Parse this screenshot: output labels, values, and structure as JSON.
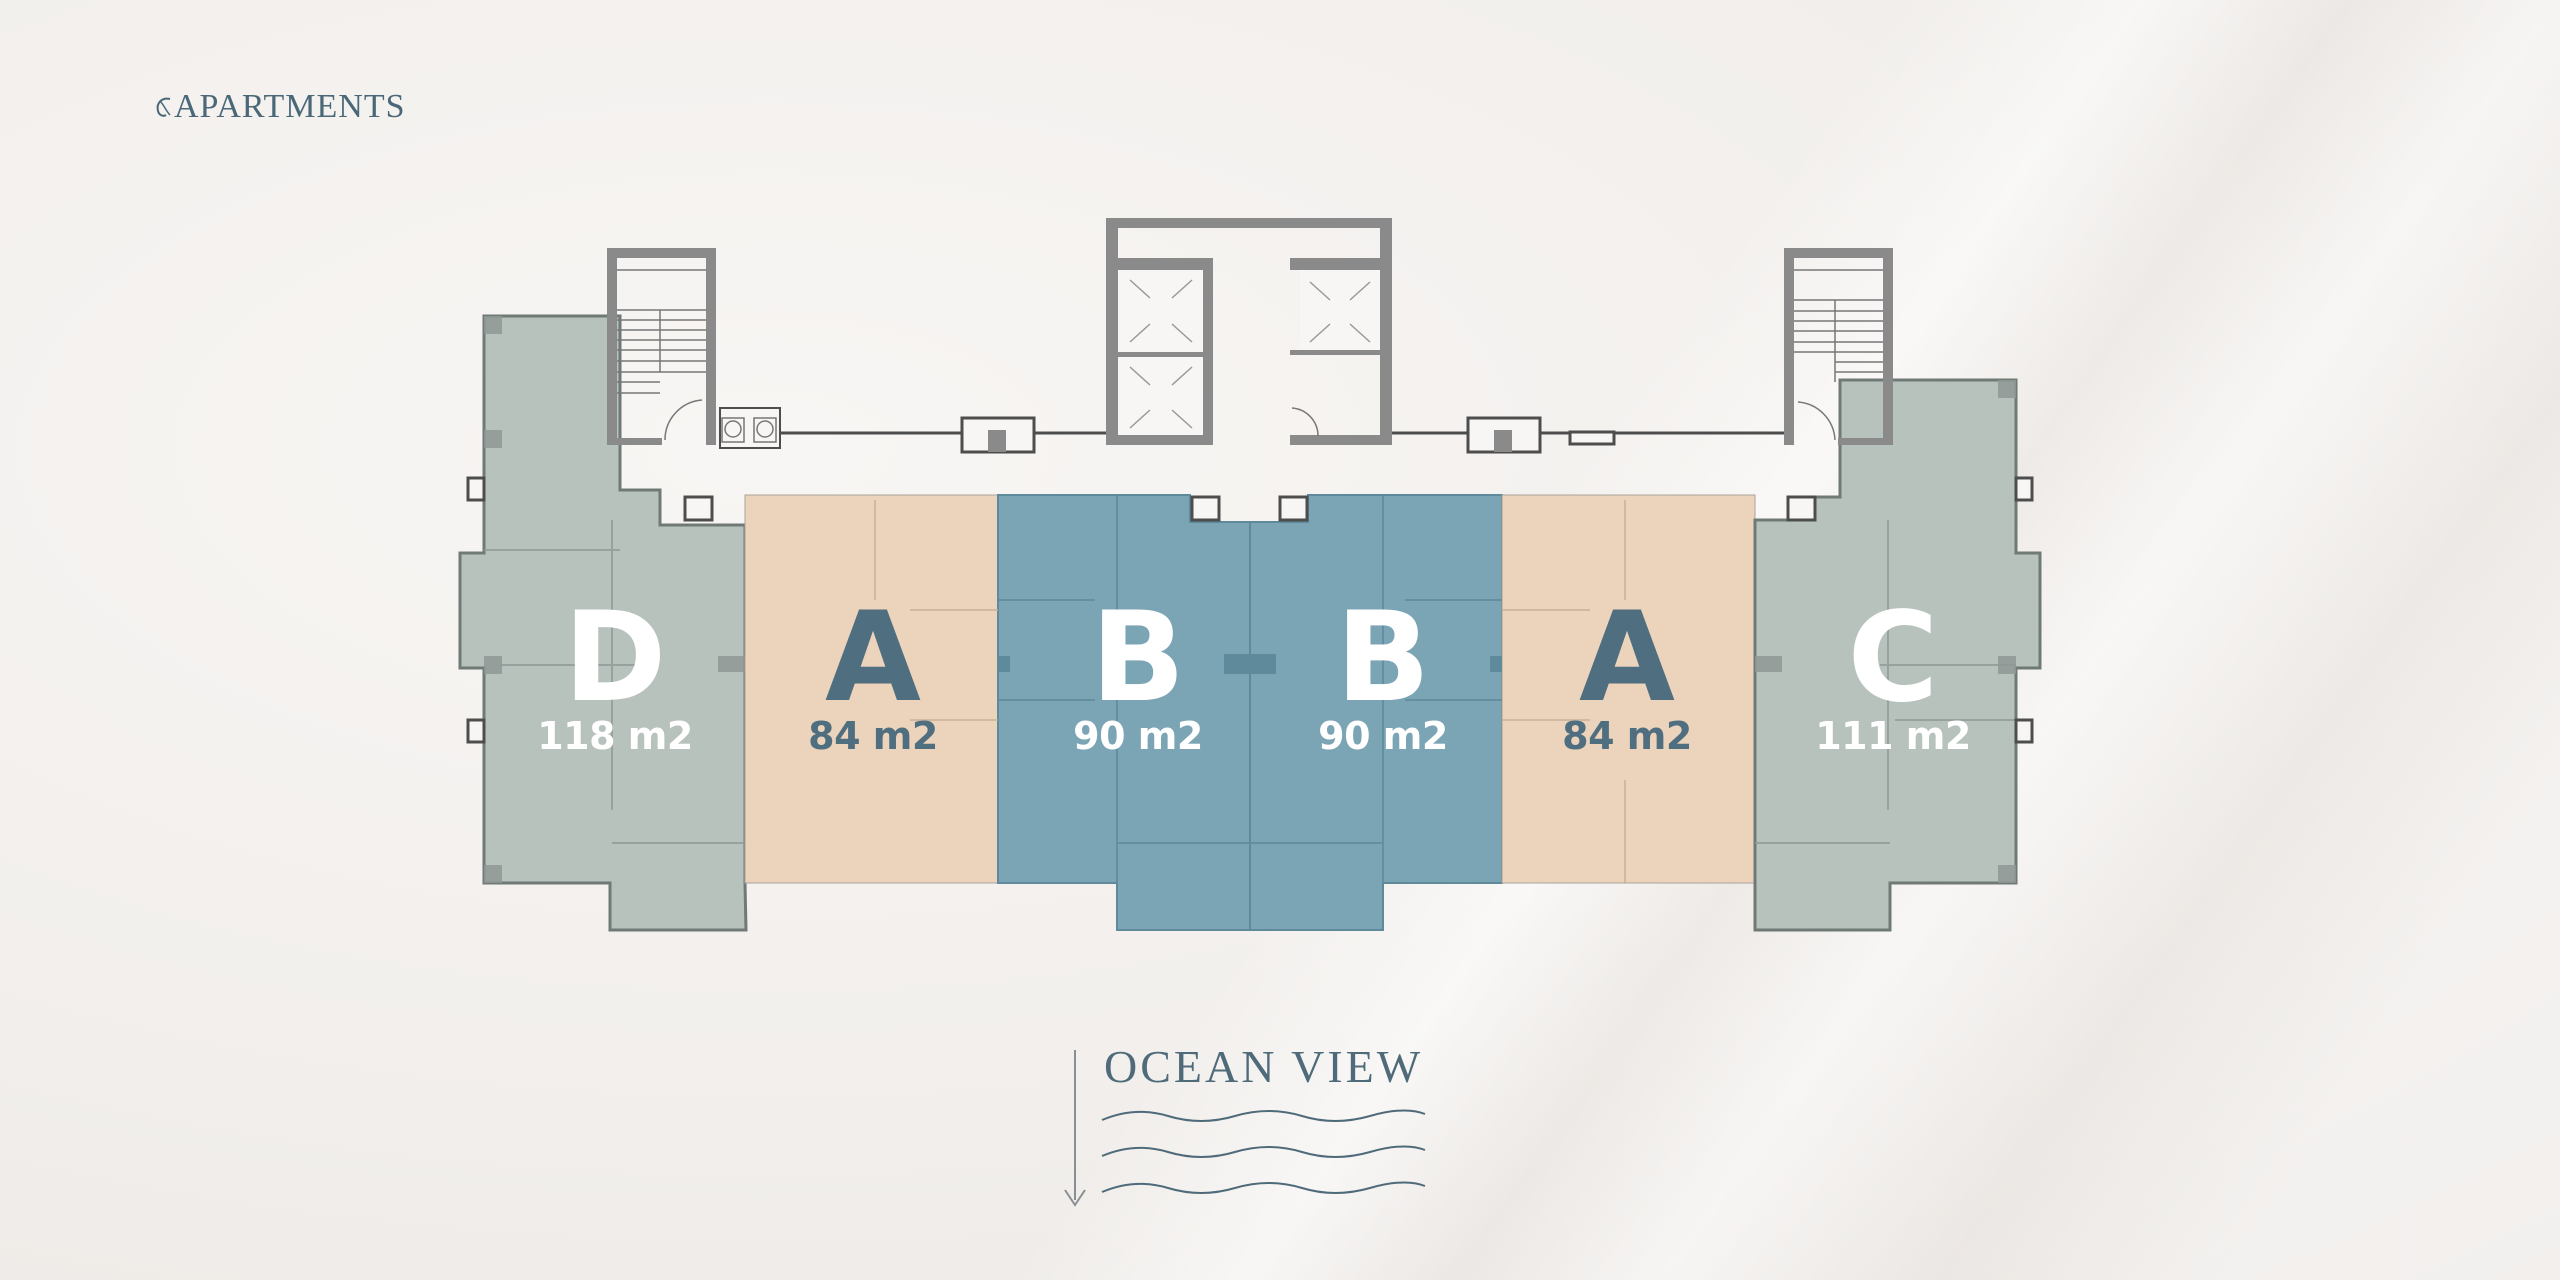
{
  "header": {
    "logo_text": "APARTMENTS"
  },
  "colors": {
    "background": "#f1eeeb",
    "unit_gray": "#b8c2bc",
    "unit_peach": "#ecd3bb",
    "unit_blue": "#7ba5b5",
    "wall": "#8a8a8a",
    "text_dark": "#4f6e80",
    "text_light": "#ffffff",
    "accent": "#4a6878"
  },
  "units": [
    {
      "letter": "D",
      "area": "118 m2",
      "color": "gray"
    },
    {
      "letter": "A",
      "area": "84 m2",
      "color": "peach"
    },
    {
      "letter": "B",
      "area": "90 m2",
      "color": "blue"
    },
    {
      "letter": "B",
      "area": "90 m2",
      "color": "blue"
    },
    {
      "letter": "A",
      "area": "84 m2",
      "color": "peach"
    },
    {
      "letter": "C",
      "area": "111 m2",
      "color": "gray"
    }
  ],
  "orientation": {
    "label": "OCEAN VIEW",
    "icons": [
      "arrow-down-icon",
      "waves-icon"
    ]
  }
}
